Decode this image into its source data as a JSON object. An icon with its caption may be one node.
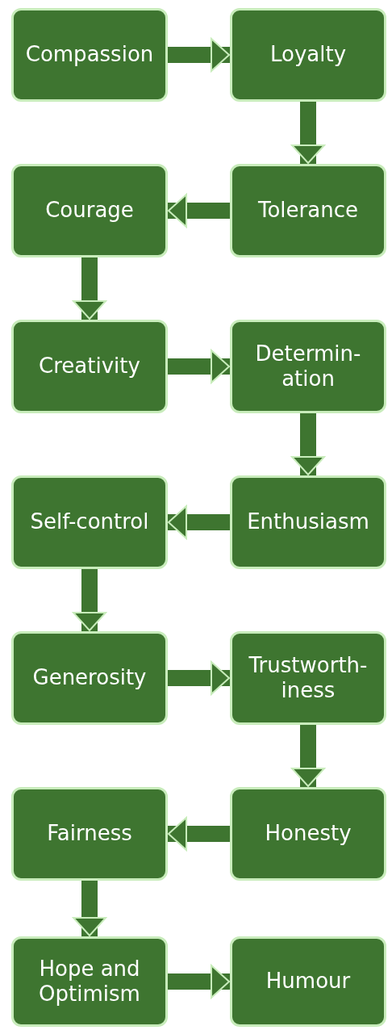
{
  "diagram": {
    "nodes": [
      {
        "text": [
          "Compassion"
        ]
      },
      {
        "text": [
          "Loyalty"
        ]
      },
      {
        "text": [
          "Courage"
        ]
      },
      {
        "text": [
          "Tolerance"
        ]
      },
      {
        "text": [
          "Creativity"
        ]
      },
      {
        "text": [
          "Determin- ation"
        ]
      },
      {
        "text": [
          "Self-control"
        ]
      },
      {
        "text": [
          "Enthusiasm"
        ]
      },
      {
        "text": [
          "Generosity"
        ]
      },
      {
        "text": [
          "Trustworth- iness"
        ]
      },
      {
        "text": [
          "Fairness"
        ]
      },
      {
        "text": [
          "Honesty"
        ]
      },
      {
        "text": [
          "Hope and Optimism"
        ]
      },
      {
        "text": [
          "Humour"
        ]
      }
    ],
    "edges": [
      {
        "from": 0,
        "to": 1,
        "arrow": "to"
      },
      {
        "from": 1,
        "to": 3,
        "arrow": "to"
      },
      {
        "from": 3,
        "to": 2,
        "arrow": "to"
      },
      {
        "from": 2,
        "to": 4,
        "arrow": "to"
      },
      {
        "from": 4,
        "to": 5,
        "arrow": "to"
      },
      {
        "from": 5,
        "to": 7,
        "arrow": "to"
      },
      {
        "from": 7,
        "to": 6,
        "arrow": "to"
      },
      {
        "from": 6,
        "to": 8,
        "arrow": "to"
      },
      {
        "from": 8,
        "to": 9,
        "arrow": "to"
      },
      {
        "from": 9,
        "to": 11,
        "arrow": "to"
      },
      {
        "from": 11,
        "to": 10,
        "arrow": "to"
      },
      {
        "from": 10,
        "to": 12,
        "arrow": "to"
      },
      {
        "from": 12,
        "to": 13,
        "arrow": "to"
      }
    ]
  }
}
